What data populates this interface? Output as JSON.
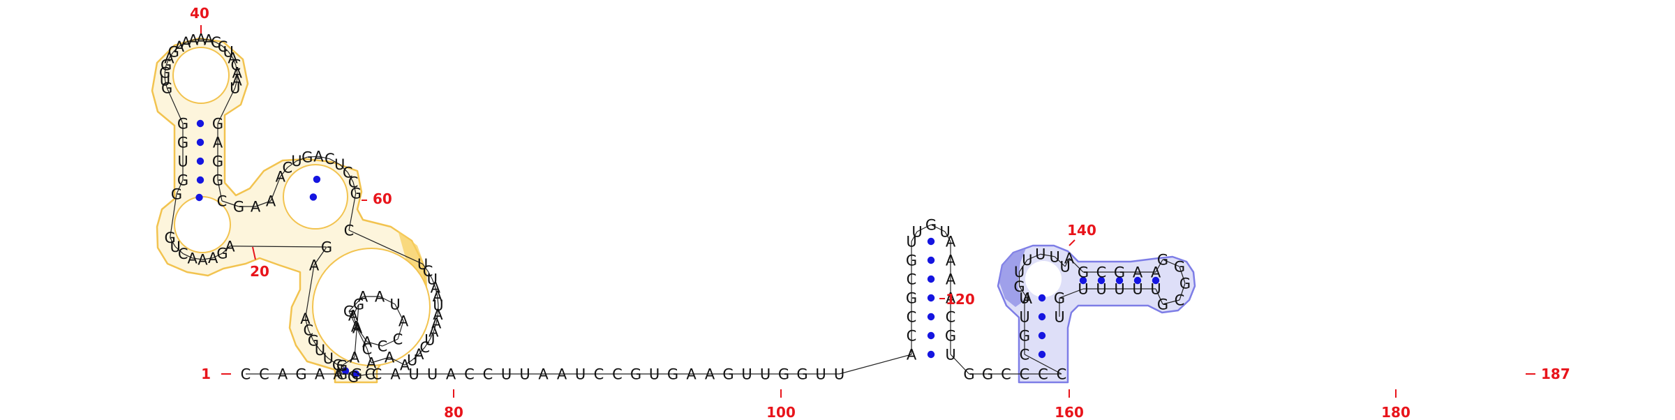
{
  "diagram": {
    "title": "",
    "sequence": "CCAGAAGGGUUGCAAGAGAAACUGGGUGGGUGGAGAAAAACCUACAAUGAGGCGAAACUGACUCCGCUCUAAUAAAUCAUAAACAGAAUACCAAAGAGGCCAUUACCUUAAUCCGUGAAGUUGGUUACCGCGUUGUAAAACGUGGCCCCCGUUAGUUUUUAGCGAAGGGCGUUUUUGU",
    "length": 187,
    "start_label": "1",
    "end_label": "187",
    "position_labels": [
      "20",
      "40",
      "60",
      "80",
      "100",
      "120",
      "140",
      "160",
      "180"
    ],
    "base_pair_color": "#1515e0",
    "position_label_color": "#e8141b",
    "highlights": [
      {
        "name": "",
        "color": "#f2c34f",
        "fill": "#fdf5dc"
      },
      {
        "name": "",
        "color": "#7d7de6",
        "fill": "#dedff8"
      }
    ]
  }
}
